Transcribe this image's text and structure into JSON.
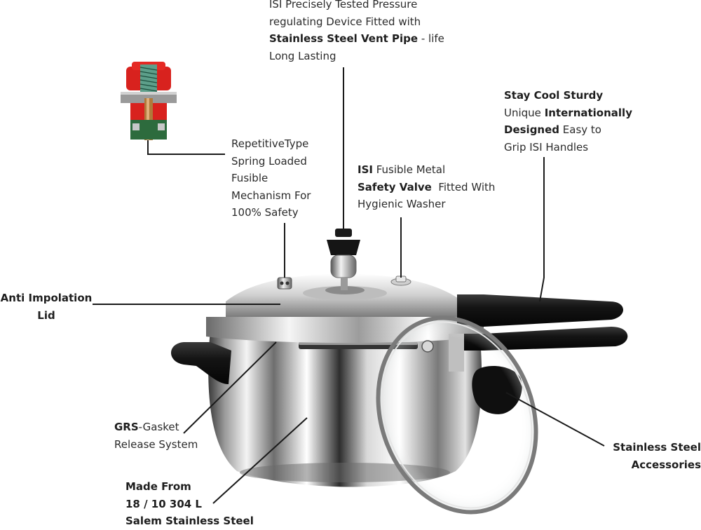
{
  "colors": {
    "text": "#2b2b2b",
    "leader": "#1a1a1a",
    "handle": "#141414",
    "steel_light": "#f2f2f2",
    "steel_dark": "#5a5a5a"
  },
  "callouts": {
    "pressure_regulator": {
      "lines": [
        [
          {
            "t": "ISI Precisely Tested Pressure",
            "b": false
          }
        ],
        [
          {
            "t": "regulating Device Fitted with",
            "b": false
          }
        ],
        [
          {
            "t": "Stainless Steel Vent Pipe",
            "b": true
          },
          {
            "t": " - life",
            "b": false
          }
        ],
        [
          {
            "t": "Long Lasting",
            "b": false
          }
        ]
      ]
    },
    "handles": {
      "lines": [
        [
          {
            "t": "Stay Cool Sturdy",
            "b": true
          }
        ],
        [
          {
            "t": "Unique ",
            "b": false
          },
          {
            "t": "Internationally",
            "b": true
          }
        ],
        [
          {
            "t": "Designed",
            "b": true
          },
          {
            "t": " Easy to",
            "b": false
          }
        ],
        [
          {
            "t": "Grip ISI Handles",
            "b": false
          }
        ]
      ]
    },
    "spring_mechanism": {
      "lines": [
        [
          {
            "t": "RepetitiveType",
            "b": false
          }
        ],
        [
          {
            "t": "Spring Loaded",
            "b": false
          }
        ],
        [
          {
            "t": "Fusible",
            "b": false
          }
        ],
        [
          {
            "t": "Mechanism For",
            "b": false
          }
        ],
        [
          {
            "t": "100% Safety",
            "b": false
          }
        ]
      ]
    },
    "safety_valve": {
      "lines": [
        [
          {
            "t": "ISI",
            "b": true
          },
          {
            "t": " Fusible Metal",
            "b": false
          }
        ],
        [
          {
            "t": "Safety Valve",
            "b": true
          },
          {
            "t": "  Fitted With",
            "b": false
          }
        ],
        [
          {
            "t": "Hygienic Washer",
            "b": false
          }
        ]
      ]
    },
    "lid": {
      "lines": [
        [
          {
            "t": "Anti Impolation",
            "b": true
          }
        ],
        [
          {
            "t": "Lid",
            "b": true
          }
        ]
      ]
    },
    "gasket": {
      "lines": [
        [
          {
            "t": "GRS",
            "b": true
          },
          {
            "t": "-Gasket",
            "b": false
          }
        ],
        [
          {
            "t": "Release System",
            "b": false
          }
        ]
      ]
    },
    "accessories": {
      "lines": [
        [
          {
            "t": "Stainless Steel",
            "b": true
          }
        ],
        [
          {
            "t": "Accessories",
            "b": true
          }
        ]
      ]
    },
    "material": {
      "lines": [
        [
          {
            "t": "Made From",
            "b": true
          }
        ],
        [
          {
            "t": "18 / 10 304 L",
            "b": true
          }
        ],
        [
          {
            "t": "Salem Stainless Steel",
            "b": true
          }
        ]
      ]
    }
  }
}
